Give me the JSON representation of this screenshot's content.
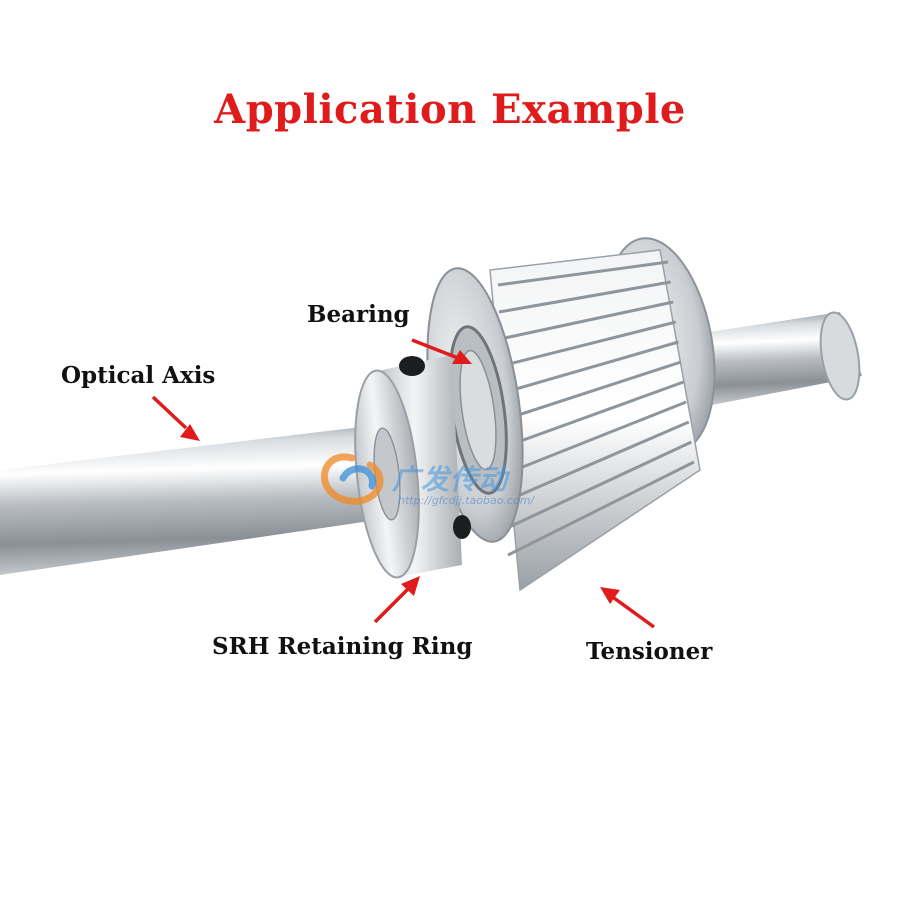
{
  "title": "Application Example",
  "colors": {
    "title": "#e01b1b",
    "arrow": "#e01b1b",
    "label": "#111111",
    "metal": "#c9cdd1"
  },
  "labels": {
    "bearing": "Bearing",
    "optical_axis": "Optical Axis",
    "retaining_ring": "SRH Retaining Ring",
    "tensioner": "Tensioner"
  },
  "watermark": {
    "text": "广发传动",
    "url": "http://gfcdjj.taobao.com/",
    "icon": "swirl-logo-icon"
  }
}
